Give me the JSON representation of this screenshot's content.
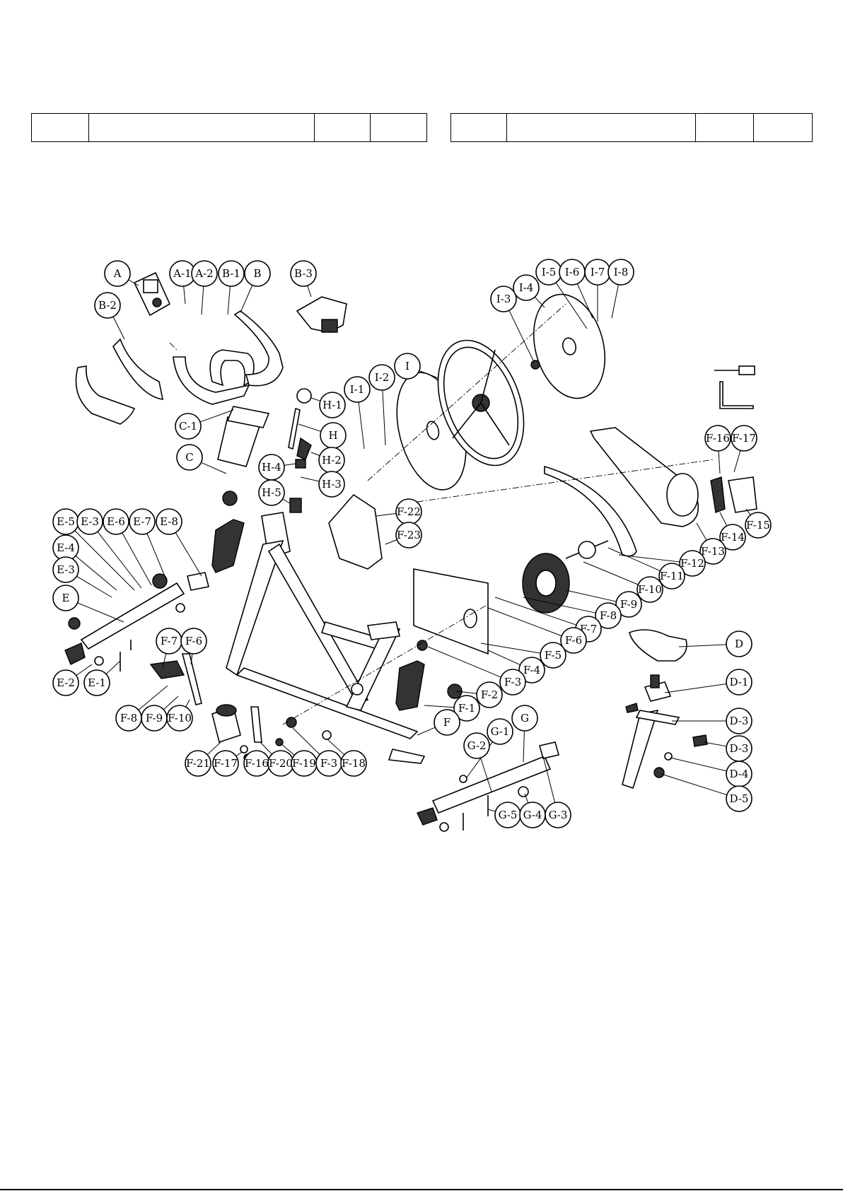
{
  "parts_table": {
    "left": [
      "",
      "",
      "",
      ""
    ],
    "right": [
      "",
      "",
      "",
      ""
    ]
  },
  "diagram": {
    "callouts": [
      {
        "id": "c-A",
        "label": "A"
      },
      {
        "id": "c-A1",
        "label": "A-1"
      },
      {
        "id": "c-A2",
        "label": "A-2"
      },
      {
        "id": "c-B1",
        "label": "B-1"
      },
      {
        "id": "c-B",
        "label": "B"
      },
      {
        "id": "c-B3",
        "label": "B-3"
      },
      {
        "id": "c-B2",
        "label": "B-2"
      },
      {
        "id": "c-C1",
        "label": "C-1"
      },
      {
        "id": "c-C",
        "label": "C"
      },
      {
        "id": "c-H1",
        "label": "H-1"
      },
      {
        "id": "c-H",
        "label": "H"
      },
      {
        "id": "c-H2",
        "label": "H-2"
      },
      {
        "id": "c-H3",
        "label": "H-3"
      },
      {
        "id": "c-H4",
        "label": "H-4"
      },
      {
        "id": "c-H5",
        "label": "H-5"
      },
      {
        "id": "c-I1",
        "label": "I-1"
      },
      {
        "id": "c-I2",
        "label": "I-2"
      },
      {
        "id": "c-I",
        "label": "I"
      },
      {
        "id": "c-I3",
        "label": "I-3"
      },
      {
        "id": "c-I4",
        "label": "I-4"
      },
      {
        "id": "c-I5",
        "label": "I-5"
      },
      {
        "id": "c-I6",
        "label": "I-6"
      },
      {
        "id": "c-I7",
        "label": "I-7"
      },
      {
        "id": "c-I8",
        "label": "I-8"
      },
      {
        "id": "c-F16",
        "label": "F-16"
      },
      {
        "id": "c-F17",
        "label": "F-17"
      },
      {
        "id": "c-F15",
        "label": "F-15"
      },
      {
        "id": "c-F14",
        "label": "F-14"
      },
      {
        "id": "c-F13",
        "label": "F-13"
      },
      {
        "id": "c-F12",
        "label": "F-12"
      },
      {
        "id": "c-F11",
        "label": "F-11"
      },
      {
        "id": "c-F10",
        "label": "F-10"
      },
      {
        "id": "c-F9",
        "label": "F-9"
      },
      {
        "id": "c-F8",
        "label": "F-8"
      },
      {
        "id": "c-F7",
        "label": "F-7"
      },
      {
        "id": "c-F6",
        "label": "F-6"
      },
      {
        "id": "c-F5",
        "label": "F-5"
      },
      {
        "id": "c-F4",
        "label": "F-4"
      },
      {
        "id": "c-F3",
        "label": "F-3"
      },
      {
        "id": "c-F2",
        "label": "F-2"
      },
      {
        "id": "c-F1",
        "label": "F-1"
      },
      {
        "id": "c-F22",
        "label": "F-22"
      },
      {
        "id": "c-F23",
        "label": "F-23"
      },
      {
        "id": "c-F",
        "label": "F"
      },
      {
        "id": "c-E5",
        "label": "E-5"
      },
      {
        "id": "c-E3a",
        "label": "E-3"
      },
      {
        "id": "c-E6",
        "label": "E-6"
      },
      {
        "id": "c-E7",
        "label": "E-7"
      },
      {
        "id": "c-E8",
        "label": "E-8"
      },
      {
        "id": "c-E4",
        "label": "E-4"
      },
      {
        "id": "c-E3b",
        "label": "E-3"
      },
      {
        "id": "c-E",
        "label": "E"
      },
      {
        "id": "c-E2",
        "label": "E-2"
      },
      {
        "id": "c-E1",
        "label": "E-1"
      },
      {
        "id": "c-F7b",
        "label": "F-7"
      },
      {
        "id": "c-F6b",
        "label": "F-6"
      },
      {
        "id": "c-F8b",
        "label": "F-8"
      },
      {
        "id": "c-F9b",
        "label": "F-9"
      },
      {
        "id": "c-F10b",
        "label": "F-10"
      },
      {
        "id": "c-F21",
        "label": "F-21"
      },
      {
        "id": "c-F17b",
        "label": "F-17"
      },
      {
        "id": "c-F16b",
        "label": "F-16"
      },
      {
        "id": "c-F20",
        "label": "F-20"
      },
      {
        "id": "c-F19",
        "label": "F-19"
      },
      {
        "id": "c-F3b",
        "label": "F-3"
      },
      {
        "id": "c-F18",
        "label": "F-18"
      },
      {
        "id": "c-G",
        "label": "G"
      },
      {
        "id": "c-G1",
        "label": "G-1"
      },
      {
        "id": "c-G2",
        "label": "G-2"
      },
      {
        "id": "c-G5",
        "label": "G-5"
      },
      {
        "id": "c-G4",
        "label": "G-4"
      },
      {
        "id": "c-G3",
        "label": "G-3"
      },
      {
        "id": "c-D",
        "label": "D"
      },
      {
        "id": "c-D1",
        "label": "D-1"
      },
      {
        "id": "c-D3a",
        "label": "D-3"
      },
      {
        "id": "c-D3b",
        "label": "D-3"
      },
      {
        "id": "c-D4",
        "label": "D-4"
      },
      {
        "id": "c-D5",
        "label": "D-5"
      }
    ]
  }
}
